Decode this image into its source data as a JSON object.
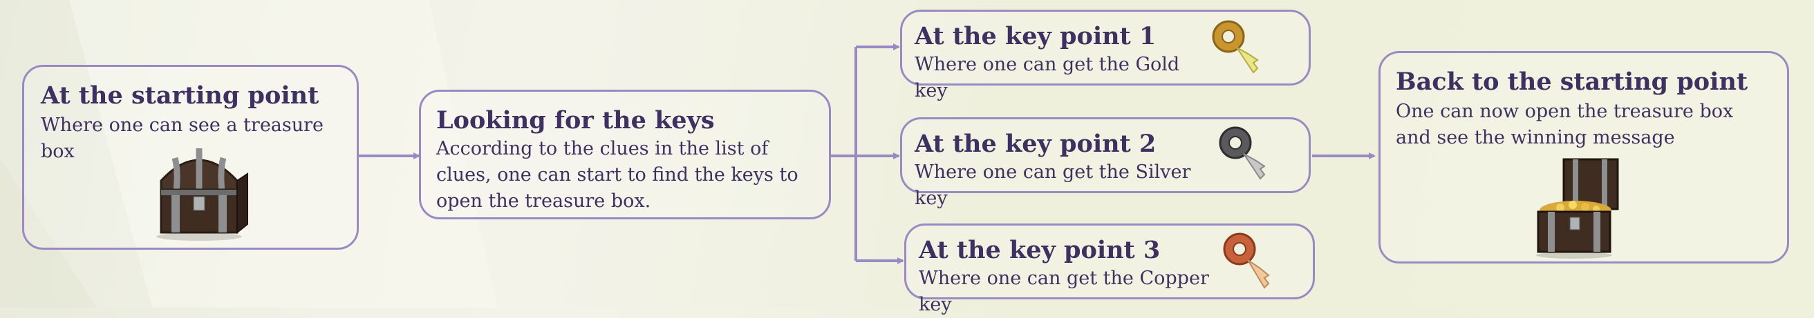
{
  "colors": {
    "border": "#9a8ac4",
    "text": "#3e3060",
    "arrow": "#9a8ac4"
  },
  "steps": [
    {
      "title": "At the starting point",
      "description": "Where one can see a treasure box",
      "icon": "closed-treasure-chest-icon"
    },
    {
      "title": "Looking for the keys",
      "description": "According to the clues in the list of clues, one can start to find the keys to open the treasure box."
    },
    {
      "title": "At the key point 1",
      "description": "Where one can get the Gold key",
      "icon": "gold-key-icon"
    },
    {
      "title": "At the key point 2",
      "description": "Where one can get the Silver key",
      "icon": "silver-key-icon"
    },
    {
      "title": "At the key point 3",
      "description": "Where one can get the Copper key",
      "icon": "copper-key-icon"
    },
    {
      "title": "Back to the starting point",
      "description": "One can now open the treasure box and see the winning message",
      "icon": "open-treasure-chest-icon"
    }
  ]
}
